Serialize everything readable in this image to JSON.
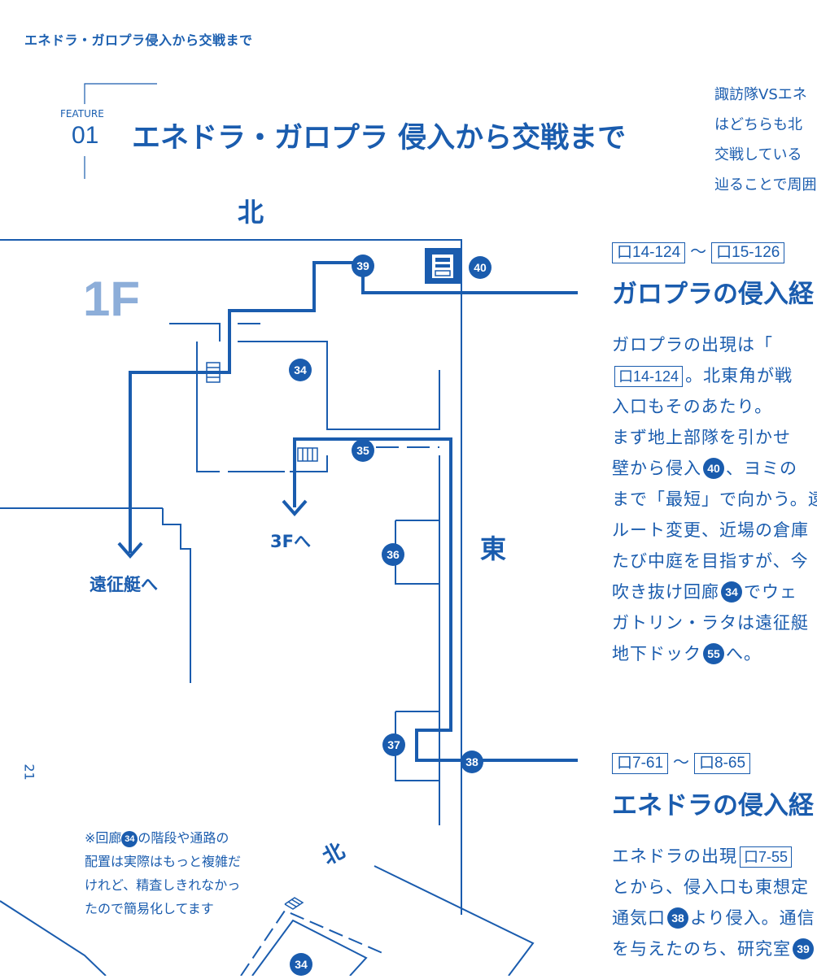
{
  "header": {
    "running_title": "エネドラ・ガロプラ侵入から交戦まで"
  },
  "feature": {
    "label": "FEATURE",
    "number": "01",
    "title": "エネドラ・ガロプラ 侵入から交戦まで"
  },
  "intro_lines": [
    "諏訪隊VSエネ",
    "はどちらも北",
    "交戦している",
    "辿ることで周囲"
  ],
  "map": {
    "north_label": "北",
    "east_label": "東",
    "floor_label": "1F",
    "to_ship_label": "遠征艇へ",
    "to_3f_label": "3Fへ",
    "markers": [
      "34",
      "35",
      "36",
      "37",
      "38",
      "39",
      "40"
    ],
    "iso_north_label": "北",
    "iso_marker": "34"
  },
  "page_number": "21",
  "note": {
    "lines_1_prefix": "※回廊",
    "lines_1_circle": "34",
    "lines_1_suffix": "の階段や通路の",
    "line_2": "配置は実際はもっと複雑だ",
    "line_3": "けれど、精査しきれなかっ",
    "line_4": "たので簡易化してます"
  },
  "section1": {
    "ref_from": "口14-124",
    "ref_to": "口15-126",
    "tilde": "～",
    "title": "ガロプラの侵入経",
    "l1": "ガロプラの出現は「",
    "l2_ref": "口14-124",
    "l2_text": "。北東角が戦",
    "l3": "入口もそのあたり。",
    "l4": "まず地上部隊を引かせ",
    "l5_a": "壁から侵入",
    "l5_c": "40",
    "l5_b": "、ヨミの",
    "l6": "まで「最短」で向かう。遠",
    "l7": "ルート変更、近場の倉庫",
    "l8": "たび中庭を目指すが、今",
    "l9_a": "吹き抜け回廊",
    "l9_c": "34",
    "l9_b": "でウェ",
    "l10": "ガトリン・ラタは遠征艇",
    "l11_a": "地下ドック",
    "l11_c": "55",
    "l11_b": "へ。"
  },
  "section2": {
    "ref_from": "口7-61",
    "ref_to": "口8-65",
    "tilde": "～",
    "title": "エネドラの侵入経",
    "l1_a": "エネドラの出現",
    "l1_ref": "口7-55",
    "l2": "とから、侵入口も東想定",
    "l3_a": "通気口",
    "l3_c": "38",
    "l3_b": "より侵入。通信",
    "l4_a": "を与えたのち、研究室",
    "l4_c": "39"
  },
  "colors": {
    "primary": "#1a5cae",
    "floor_label": "#8daed9",
    "background": "#ffffff"
  }
}
